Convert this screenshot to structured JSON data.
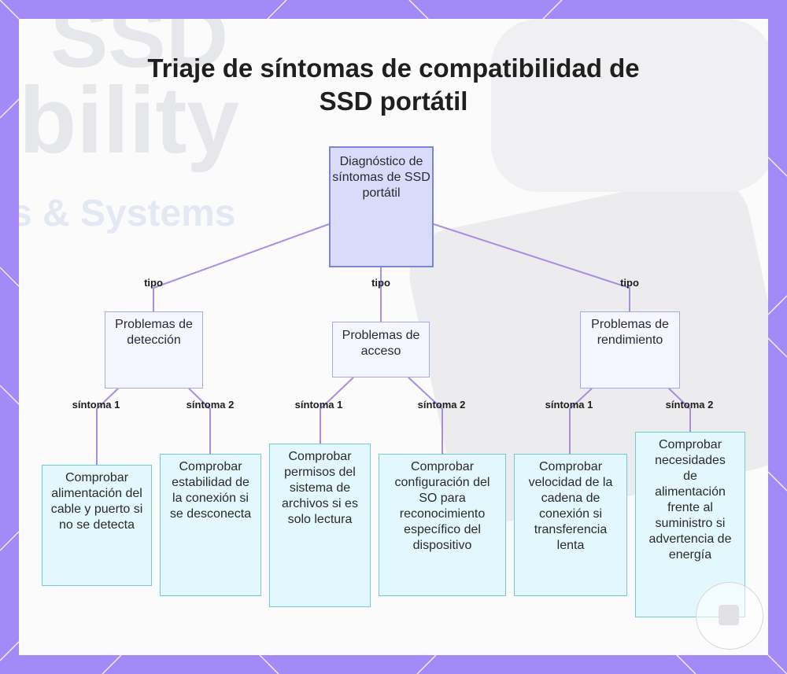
{
  "title": "Triaje de síntomas de compatibilidad de SSD portátil",
  "colors": {
    "frame": "#a48af7",
    "root_fill": "#d9dbfb",
    "category_fill": "#f5f6ff",
    "leaf_fill": "#e3f8fc",
    "edge": "#a98de3"
  },
  "nodes": {
    "root": "Diagnóstico de síntomas de SSD portátil",
    "detection": "Problemas de detección",
    "access": "Problemas de acceso",
    "performance": "Problemas de rendimiento",
    "det_1": "Comprobar alimentación del cable y puerto si no se detecta",
    "det_2": "Comprobar estabilidad de la conexión si se desconecta",
    "acc_1": "Comprobar permisos del sistema de archivos si es solo lectura",
    "acc_2": "Comprobar configuración del SO para reconocimiento específico del dispositivo",
    "perf_1": "Comprobar velocidad de la cadena de conexión si transferencia lenta",
    "perf_2": "Comprobar necesidades de alimentación frente al suministro si advertencia de energía"
  },
  "edge_labels": {
    "type": "tipo",
    "symptom_1": "síntoma 1",
    "symptom_2": "síntoma 2"
  },
  "background_text": {
    "line_1": "SSD",
    "line_2": "bility",
    "line_3": "s & Systems"
  }
}
